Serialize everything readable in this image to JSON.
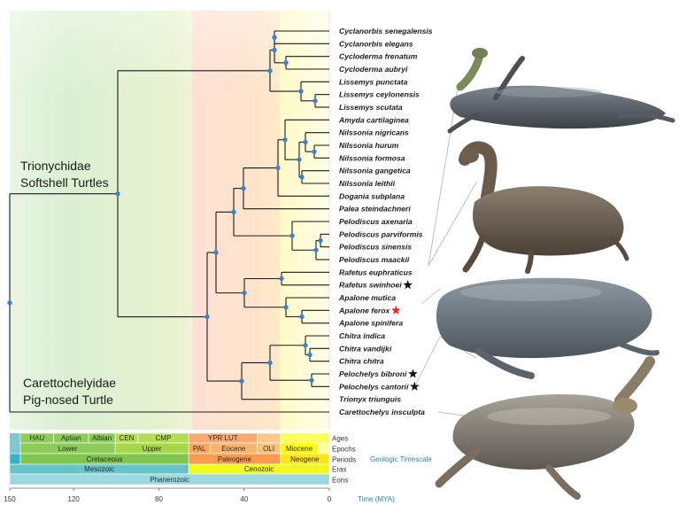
{
  "clades": {
    "trionychidae": {
      "line1": "Trionychidae",
      "line2": "Softshell Turtles"
    },
    "carettochelyidae": {
      "line1": "Carettochelyidae",
      "line2": "Pig-nosed Turtle"
    }
  },
  "taxa": [
    {
      "name": "Cyclanorbis senegalensis",
      "star": ""
    },
    {
      "name": "Cyclanorbis elegans",
      "star": ""
    },
    {
      "name": "Cycloderma frenatum",
      "star": ""
    },
    {
      "name": "Cycloderma aubryi",
      "star": ""
    },
    {
      "name": "Lissemys punctata",
      "star": ""
    },
    {
      "name": "Lissemys ceylonensis",
      "star": ""
    },
    {
      "name": "Lissemys scutata",
      "star": ""
    },
    {
      "name": "Amyda cartilaginea",
      "star": ""
    },
    {
      "name": "Nilssonia nigricans",
      "star": ""
    },
    {
      "name": "Nilssonia hurum",
      "star": ""
    },
    {
      "name": "Nilssonia formosa",
      "star": ""
    },
    {
      "name": "Nilssonia gangetica",
      "star": ""
    },
    {
      "name": "Nilssonia leithii",
      "star": ""
    },
    {
      "name": "Dogania subplana",
      "star": ""
    },
    {
      "name": "Palea steindachneri",
      "star": ""
    },
    {
      "name": "Pelodiscus axenaria",
      "star": ""
    },
    {
      "name": "Pelodiscus parviformis",
      "star": ""
    },
    {
      "name": "Pelodiscus sinensis",
      "star": ""
    },
    {
      "name": "Pelodiscus maackii",
      "star": ""
    },
    {
      "name": "Rafetus euphraticus",
      "star": ""
    },
    {
      "name": "Rafetus swinhoei",
      "star": "black"
    },
    {
      "name": "Apalone mutica",
      "star": ""
    },
    {
      "name": "Apalone ferox",
      "star": "red"
    },
    {
      "name": "Apalone spinifera",
      "star": ""
    },
    {
      "name": "Chitra indica",
      "star": ""
    },
    {
      "name": "Chitra vandijki",
      "star": ""
    },
    {
      "name": "Chitra chitra",
      "star": ""
    },
    {
      "name": "Pelochelys bibroni",
      "star": "black"
    },
    {
      "name": "Pelochelys cantorii",
      "star": "black"
    },
    {
      "name": "Trionyx triunguis",
      "star": ""
    },
    {
      "name": "Carettochelys insculpta",
      "star": ""
    }
  ],
  "timescale": {
    "ages": [
      {
        "label": "HAU",
        "from": 145,
        "to": 129.4,
        "color": "#8ccd57"
      },
      {
        "label": "Aptian",
        "from": 129.4,
        "to": 113,
        "color": "#8ccd57"
      },
      {
        "label": "Albian",
        "from": 113,
        "to": 100.5,
        "color": "#8ccd57"
      },
      {
        "label": "CEN",
        "from": 100.5,
        "to": 89.8,
        "color": "#b3de53"
      },
      {
        "label": "CMP",
        "from": 89.8,
        "to": 66,
        "color": "#b3de53"
      },
      {
        "label": "YPR LUT",
        "from": 66,
        "to": 33.9,
        "color": "#f8a871"
      },
      {
        "label": "",
        "from": 33.9,
        "to": 23,
        "color": "#fcc78a"
      },
      {
        "label": "",
        "from": 23,
        "to": 0,
        "color": "#ffff55"
      }
    ],
    "epochs": [
      {
        "label": "Lower",
        "from": 145,
        "to": 100.5,
        "color": "#8ccd57"
      },
      {
        "label": "Upper",
        "from": 100.5,
        "to": 66,
        "color": "#a6d84a"
      },
      {
        "label": "PAL",
        "from": 66,
        "to": 56,
        "color": "#fda75f"
      },
      {
        "label": "Eocene",
        "from": 56,
        "to": 33.9,
        "color": "#fdb46c"
      },
      {
        "label": "OLI",
        "from": 33.9,
        "to": 23,
        "color": "#fdc07a"
      },
      {
        "label": "Miocene",
        "from": 23,
        "to": 5.3,
        "color": "#ffff00"
      },
      {
        "label": "",
        "from": 5.3,
        "to": 0,
        "color": "#ffff99"
      }
    ],
    "periods": [
      {
        "label": "",
        "from": 150,
        "to": 145,
        "color": "#34b2c9"
      },
      {
        "label": "Cretaceous",
        "from": 145,
        "to": 66,
        "color": "#7fc64e"
      },
      {
        "label": "Paleogene",
        "from": 66,
        "to": 23,
        "color": "#fd9a52"
      },
      {
        "label": "Neogene",
        "from": 23,
        "to": 0,
        "color": "#ffe619"
      }
    ],
    "eras": [
      {
        "label": "Mesozoic",
        "from": 150,
        "to": 66,
        "color": "#67c5ca"
      },
      {
        "label": "Cenozoic",
        "from": 66,
        "to": 0,
        "color": "#f2f91d"
      }
    ],
    "eons": [
      {
        "label": "Phanerozoic",
        "from": 150,
        "to": 0,
        "color": "#9ad9dd"
      }
    ],
    "row_labels": [
      "Ages",
      "Epochs",
      "Periods",
      "Eras",
      "Eons"
    ],
    "title": "Geologic Timescale",
    "axis_label": "Time (MYA)",
    "ticks": [
      150,
      120,
      80,
      40,
      0
    ]
  }
}
